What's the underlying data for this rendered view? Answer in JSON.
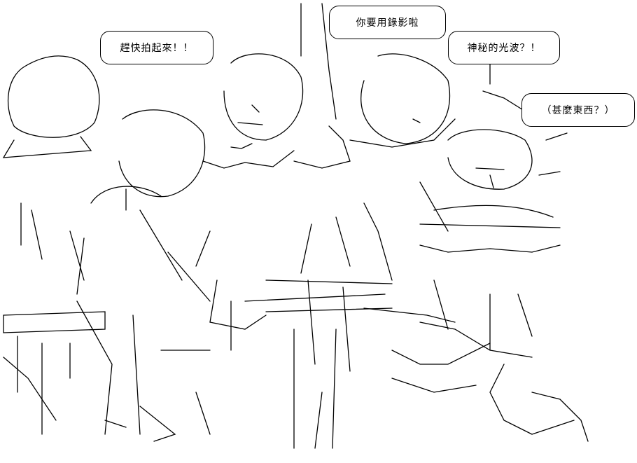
{
  "bubbles": [
    {
      "id": "b1",
      "text": "趕快拍起來！！"
    },
    {
      "id": "b2",
      "text": "你要用錄影啦"
    },
    {
      "id": "b3",
      "text": "神秘的光波？！"
    },
    {
      "id": "b4",
      "text": "（甚麼東西？）"
    }
  ]
}
